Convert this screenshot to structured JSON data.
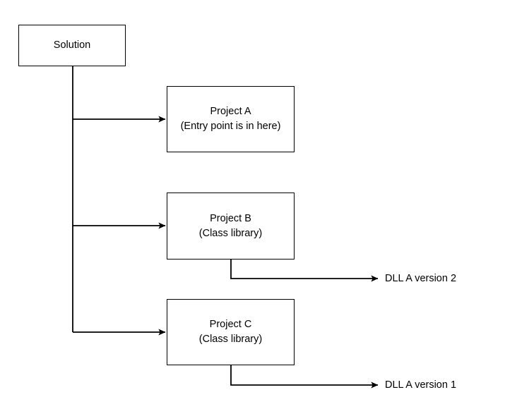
{
  "diagram": {
    "type": "flowchart",
    "background_color": "#ffffff",
    "stroke_color": "#000000",
    "text_color": "#000000",
    "nodes": [
      {
        "id": "solution",
        "label": "Solution",
        "lines": [
          "Solution"
        ]
      },
      {
        "id": "project-a",
        "label": "Project A",
        "lines": [
          "Project A",
          "(Entry point is in here)"
        ]
      },
      {
        "id": "project-b",
        "label": "Project B",
        "lines": [
          "Project B",
          "(Class library)"
        ]
      },
      {
        "id": "project-c",
        "label": "Project C",
        "lines": [
          "Project C",
          "(Class library)"
        ]
      }
    ],
    "edge_labels": [
      {
        "id": "dll-a-v2",
        "text": "DLL A version 2",
        "from": "project-b"
      },
      {
        "id": "dll-a-v1",
        "text": "DLL A version 1",
        "from": "project-c"
      }
    ],
    "edges": [
      {
        "from": "solution",
        "to": "project-a",
        "arrow": true
      },
      {
        "from": "solution",
        "to": "project-b",
        "arrow": true
      },
      {
        "from": "solution",
        "to": "project-c",
        "arrow": true
      },
      {
        "from": "project-b",
        "to": "dll-a-v2",
        "arrow": true
      },
      {
        "from": "project-c",
        "to": "dll-a-v1",
        "arrow": true
      }
    ]
  }
}
